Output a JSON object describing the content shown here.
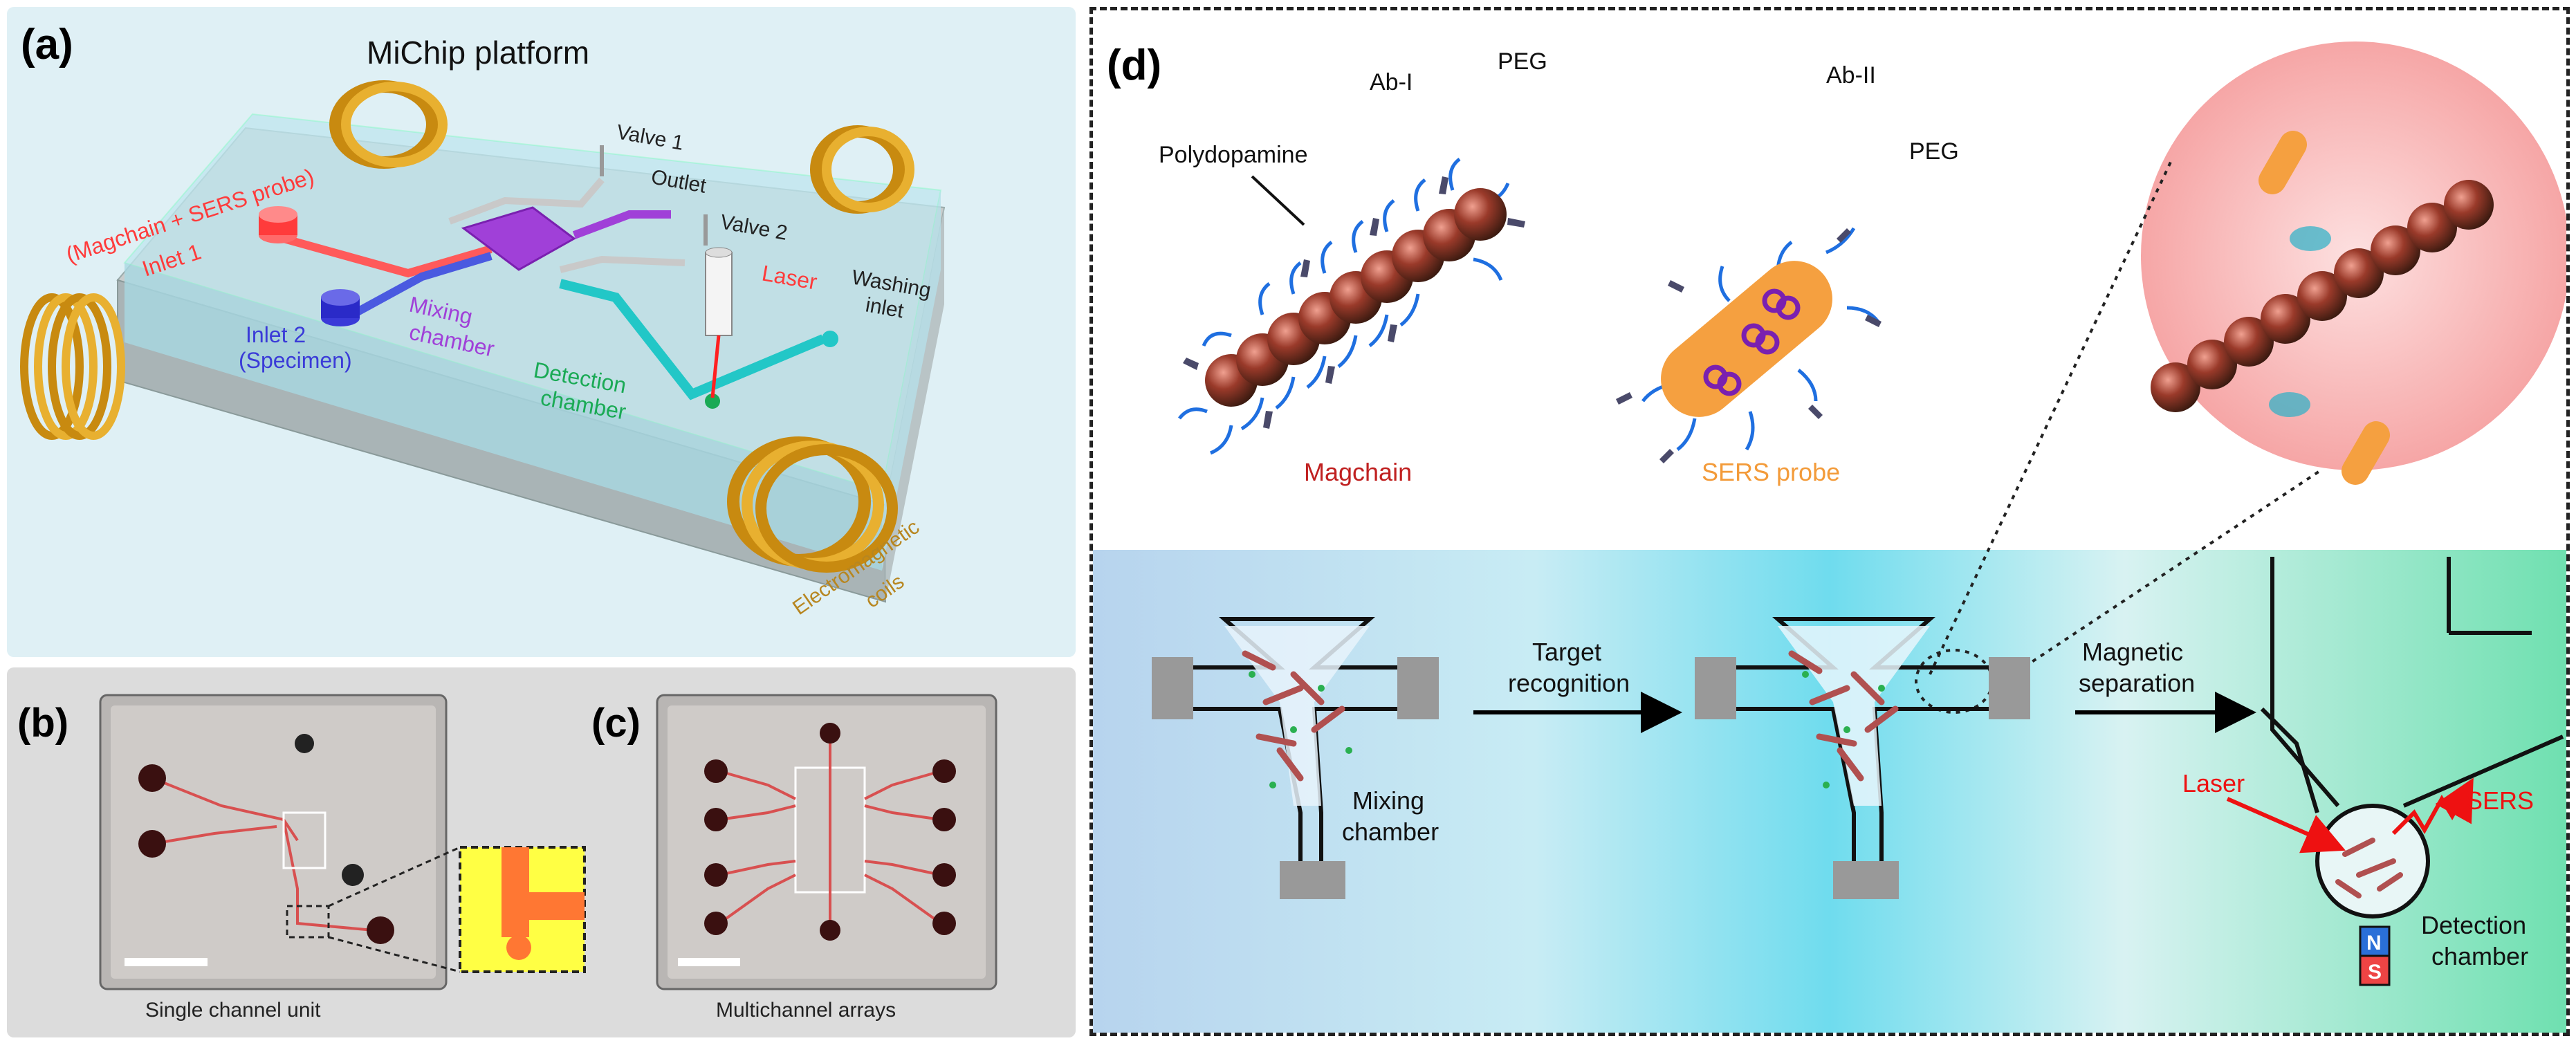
{
  "panel_a": {
    "label": "(a)",
    "title": "MiChip platform",
    "inlet1_top": "(Magchain + SERS probe)",
    "inlet1": "Inlet 1",
    "inlet2": "Inlet 2",
    "inlet2_sub": "(Specimen)",
    "mixing_1": "Mixing",
    "mixing_2": "chamber",
    "valve1": "Valve 1",
    "outlet": "Outlet",
    "valve2": "Valve 2",
    "laser": "Laser",
    "washing_1": "Washing",
    "washing_2": "inlet",
    "detection_1": "Detection",
    "detection_2": "chamber",
    "coils_1": "Electromagnetic",
    "coils_2": "coils"
  },
  "panel_b": {
    "label": "(b)",
    "caption": "Single channel unit"
  },
  "panel_c": {
    "label": "(c)",
    "caption": "Multichannel arrays"
  },
  "panel_d": {
    "label": "(d)",
    "ab1": "Ab-I",
    "peg1": "PEG",
    "polydopamine": "Polydopamine",
    "magchain": "Magchain",
    "ab2": "Ab-II",
    "peg2": "PEG",
    "sers_probe": "SERS probe",
    "target_1": "Target",
    "target_2": "recognition",
    "magnetic_1": "Magnetic",
    "magnetic_2": "separation",
    "mixing_1": "Mixing",
    "mixing_2": "chamber",
    "laser": "Laser",
    "sers": "SERS",
    "n": "N",
    "s": "S",
    "detection_1": "Detection",
    "detection_2": "chamber"
  },
  "colors": {
    "inlet1": "#ff3b3b",
    "inlet2": "#3a3ad8",
    "mixing": "#a040d8",
    "detection": "#1aaa55",
    "coil": "#d49a1e",
    "channel_cyan": "#22c7c7",
    "sers_orange": "#f5a040",
    "magchain_red": "#b03030"
  }
}
